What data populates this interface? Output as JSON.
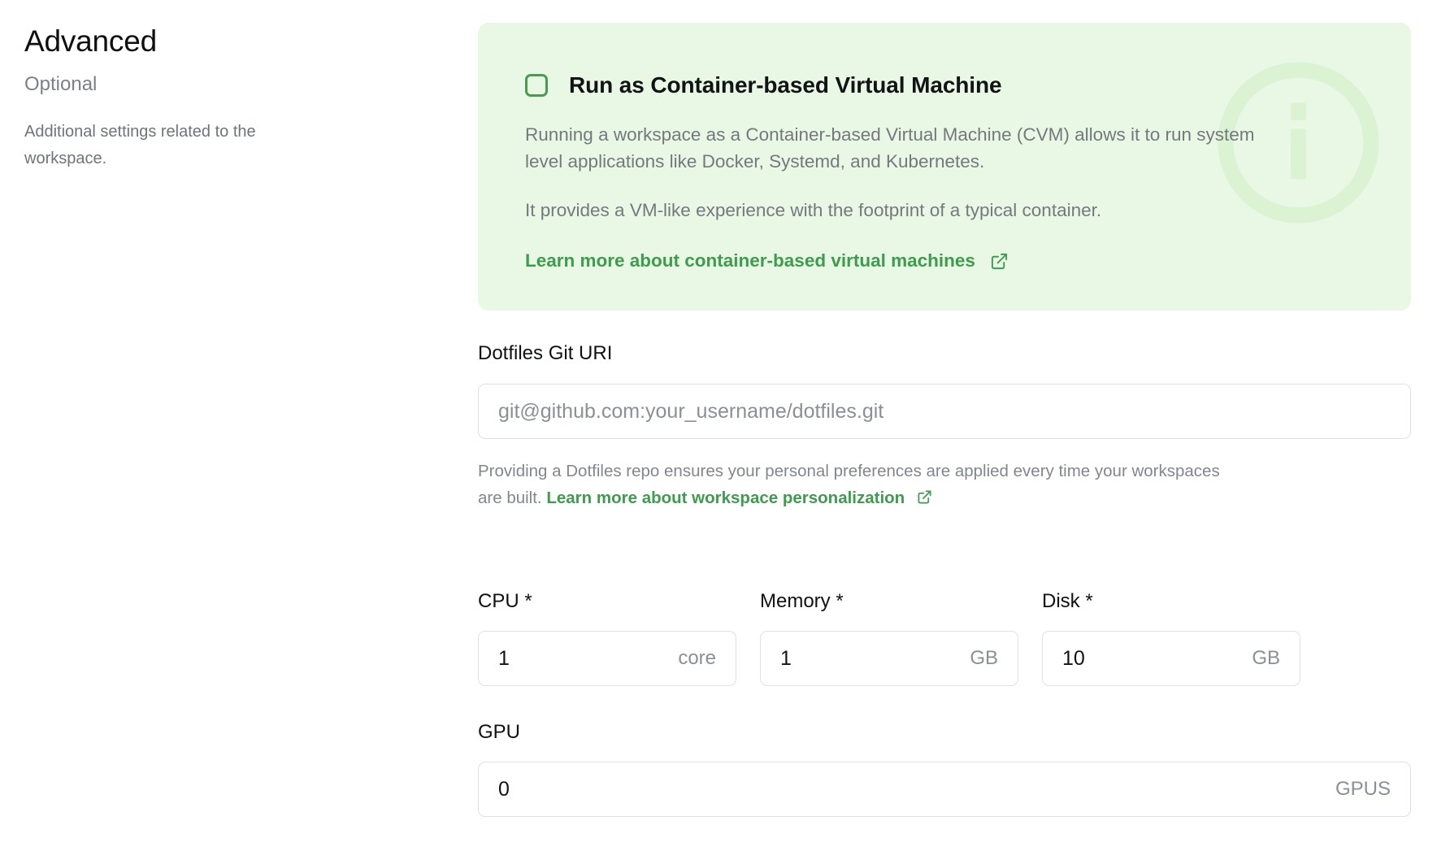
{
  "sidebar": {
    "title": "Advanced",
    "optional_label": "Optional",
    "description": "Additional settings related to the workspace."
  },
  "cvm_callout": {
    "checkbox_checked": false,
    "title": "Run as Container-based Virtual Machine",
    "paragraph_1": "Running a workspace as a Container-based Virtual Machine (CVM) allows it to run system level applications like Docker, Systemd, and Kubernetes.",
    "paragraph_2": "It provides a VM-like experience with the footprint of a typical container.",
    "link_label": "Learn more about container-based virtual machines",
    "background_color": "#e8f8e4",
    "accent_color": "#3f9b4e",
    "watermark_icon": "info-circle-icon"
  },
  "dotfiles": {
    "label": "Dotfiles Git URI",
    "value": "",
    "placeholder": "git@github.com:your_username/dotfiles.git",
    "helper_prefix": "Providing a Dotfiles repo ensures your personal preferences are applied every time your workspaces are built.",
    "helper_link": "Learn more about workspace personalization"
  },
  "resources": {
    "cpu": {
      "label": "CPU *",
      "value": "1",
      "unit": "core"
    },
    "memory": {
      "label": "Memory *",
      "value": "1",
      "unit": "GB"
    },
    "disk": {
      "label": "Disk *",
      "value": "10",
      "unit": "GB"
    },
    "gpu": {
      "label": "GPU",
      "value": "0",
      "unit": "GPUS"
    }
  }
}
